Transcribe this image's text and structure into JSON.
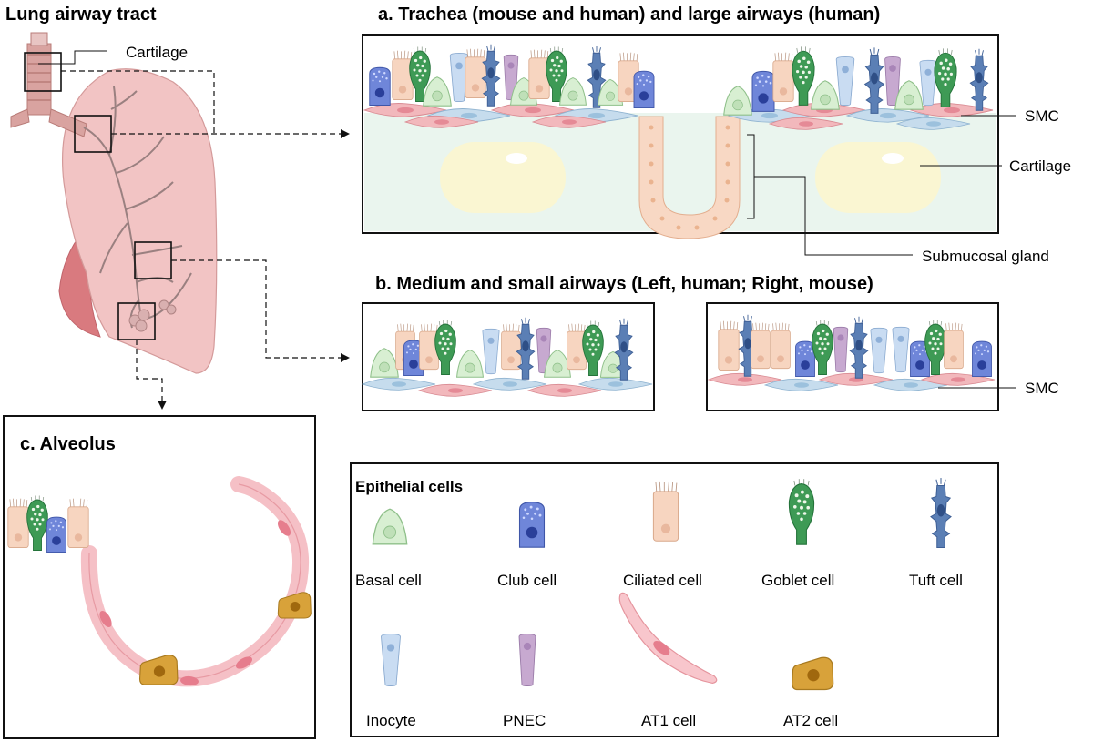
{
  "title": "Lung airway tract",
  "lung": {
    "cartilage_label": "Cartilage"
  },
  "panel_a": {
    "title": "a. Trachea (mouse and human) and large airways (human)",
    "smc_label": "SMC",
    "cartilage_label": "Cartilage",
    "gland_label": "Submucosal gland"
  },
  "panel_b": {
    "title": "b. Medium and small airways (Left, human; Right, mouse)",
    "smc_label": "SMC"
  },
  "panel_c": {
    "title": "c. Alveolus"
  },
  "legend": {
    "title": "Epithelial cells",
    "items": [
      {
        "key": "basal",
        "label": "Basal cell"
      },
      {
        "key": "club",
        "label": "Club cell"
      },
      {
        "key": "ciliated",
        "label": "Ciliated cell"
      },
      {
        "key": "goblet",
        "label": "Goblet cell"
      },
      {
        "key": "tuft",
        "label": "Tuft cell"
      },
      {
        "key": "inocyte",
        "label": "Inocyte"
      },
      {
        "key": "pnec",
        "label": "PNEC"
      },
      {
        "key": "at1",
        "label": "AT1 cell"
      },
      {
        "key": "at2",
        "label": "AT2 cell"
      }
    ]
  },
  "colors": {
    "lung": "#f2c4c4",
    "lung_dark": "#d97a7f",
    "trachea": "#d9a3a0",
    "basal": "#d9f0d3",
    "club": "#6f86d9",
    "ciliated": "#f7d5c0",
    "goblet": "#3e9a55",
    "tuft": "#5b7fb5",
    "inocyte": "#c9dcf2",
    "pnec": "#c7a9d0",
    "at1": "#f8c6cc",
    "at2": "#d8a23a",
    "smc_pink": "#f2b8bc",
    "smc_blue": "#c6dced",
    "mesenchyme": "#eaf5ee",
    "cartilage": "#fbf5d0"
  }
}
